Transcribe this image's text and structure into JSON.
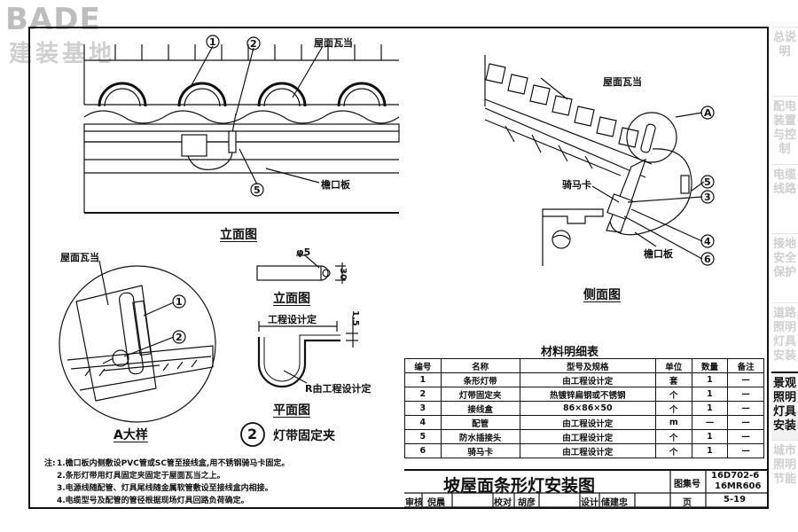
{
  "logo": {
    "brand": "BADE",
    "brand_cn": "建装基地"
  },
  "sidebar": [
    {
      "label": "总说明",
      "active": false
    },
    {
      "label": "配电装置与控制",
      "active": false
    },
    {
      "label": "电缆线路",
      "active": false
    },
    {
      "label": "接地安全保护",
      "active": false
    },
    {
      "label": "道路照明灯具安装",
      "active": false
    },
    {
      "label": "景观照明灯具安装",
      "active": true
    },
    {
      "label": "城市照明节能",
      "active": false
    }
  ],
  "elevation": {
    "caption": "立面图",
    "label_tile": "屋面瓦当",
    "label_eaveboard": "檐口板",
    "markers": [
      "1",
      "2",
      "5"
    ]
  },
  "side_view": {
    "caption": "侧面图",
    "label_tile": "屋面瓦当",
    "label_saddle": "骑马卡",
    "label_eaveboard": "檐口板",
    "marker_a": "A",
    "markers": [
      "5",
      "3",
      "4",
      "6"
    ]
  },
  "detail_a": {
    "caption": "A大样",
    "label_tile": "屋面瓦当",
    "markers": [
      "1",
      "2"
    ]
  },
  "clip": {
    "elev_caption": "立面图",
    "plan_caption": "平面图",
    "hole_label": "φ5",
    "height_label": "30",
    "thickness_label": "1.5",
    "width_label": "工程设计定",
    "radius_label": "R由工程设计定",
    "circle_number": "2",
    "title": "灯带固定夹"
  },
  "materials": {
    "title": "材料明细表",
    "headers": [
      "编号",
      "名称",
      "型号及规格",
      "单位",
      "数量",
      "备注"
    ],
    "rows": [
      [
        "1",
        "条形灯带",
        "由工程设计定",
        "套",
        "1",
        "—"
      ],
      [
        "2",
        "灯带固定夹",
        "热镀锌扁钢或不锈钢",
        "个",
        "1",
        "—"
      ],
      [
        "3",
        "接线盒",
        "86×86×50",
        "个",
        "1",
        "—"
      ],
      [
        "4",
        "配管",
        "由工程设计定",
        "m",
        "—",
        "—"
      ],
      [
        "5",
        "防水插接头",
        "由工程设计定",
        "个",
        "1",
        "—"
      ],
      [
        "6",
        "骑马卡",
        "由工程设计定",
        "个",
        "1",
        "—"
      ]
    ]
  },
  "notes": {
    "heading": "注:",
    "items": [
      "1.檐口板内侧敷设PVC管或SC管至接线盒,用不锈钢骑马卡固定。",
      "2.条形灯带用灯具固定夹固定于屋面瓦当之上。",
      "3.电源线随配管、灯具尾线随金属软管敷设至接线盒内相接。",
      "4.电缆型号及配管的管径根据现场灯具回路负荷确定。"
    ]
  },
  "title_block": {
    "title": "坡屋面条形灯安装图",
    "atlas_label": "图集号",
    "atlas_no_1": "16D702-6",
    "atlas_no_2": "16MR606",
    "page_label": "页",
    "page_no": "5-19",
    "review_label": "审核",
    "review_name": "倪晨",
    "check_label": "校对",
    "check_name": "胡彦",
    "design_label": "设计",
    "design_name": "储建忠"
  }
}
